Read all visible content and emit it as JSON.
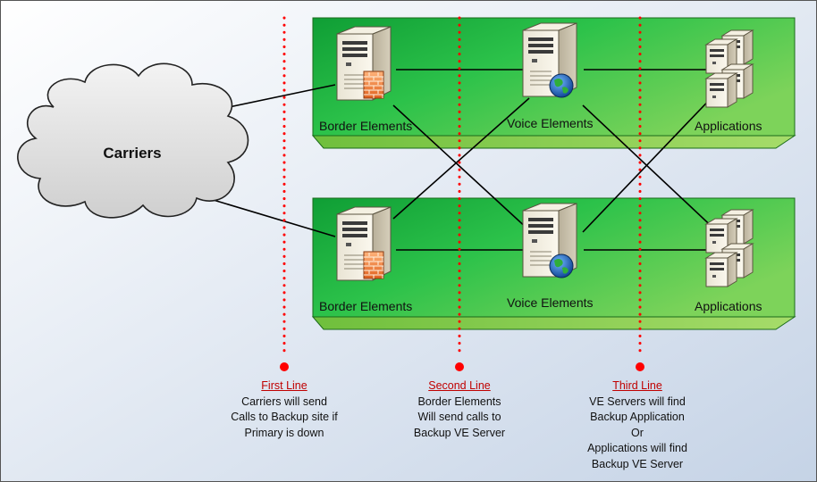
{
  "cloud": {
    "label": "Carriers"
  },
  "panels": {
    "primary": {
      "border_label": "Border Elements",
      "voice_label": "Voice Elements",
      "apps_label": "Applications"
    },
    "backup": {
      "border_label": "Border Elements",
      "voice_label": "Voice Elements",
      "apps_label": "Applications"
    }
  },
  "lines": [
    {
      "title": "First Line",
      "text": [
        "Carriers will send",
        "Calls to Backup site if",
        "Primary is down"
      ]
    },
    {
      "title": "Second Line",
      "text": [
        "Border Elements",
        "Will send calls to",
        "Backup VE Server"
      ]
    },
    {
      "title": "Third Line",
      "text": [
        "VE Servers will find",
        "Backup Application",
        "Or",
        "Applications will find",
        "Backup VE Server"
      ]
    }
  ],
  "colors": {
    "background_top": "#ffffff",
    "background_bottom": "#c5d3e6",
    "panel_green": "#22b14c",
    "panel_light": "#8fe070",
    "dotted_line": "#ff0000",
    "caption_title": "#c00000"
  }
}
